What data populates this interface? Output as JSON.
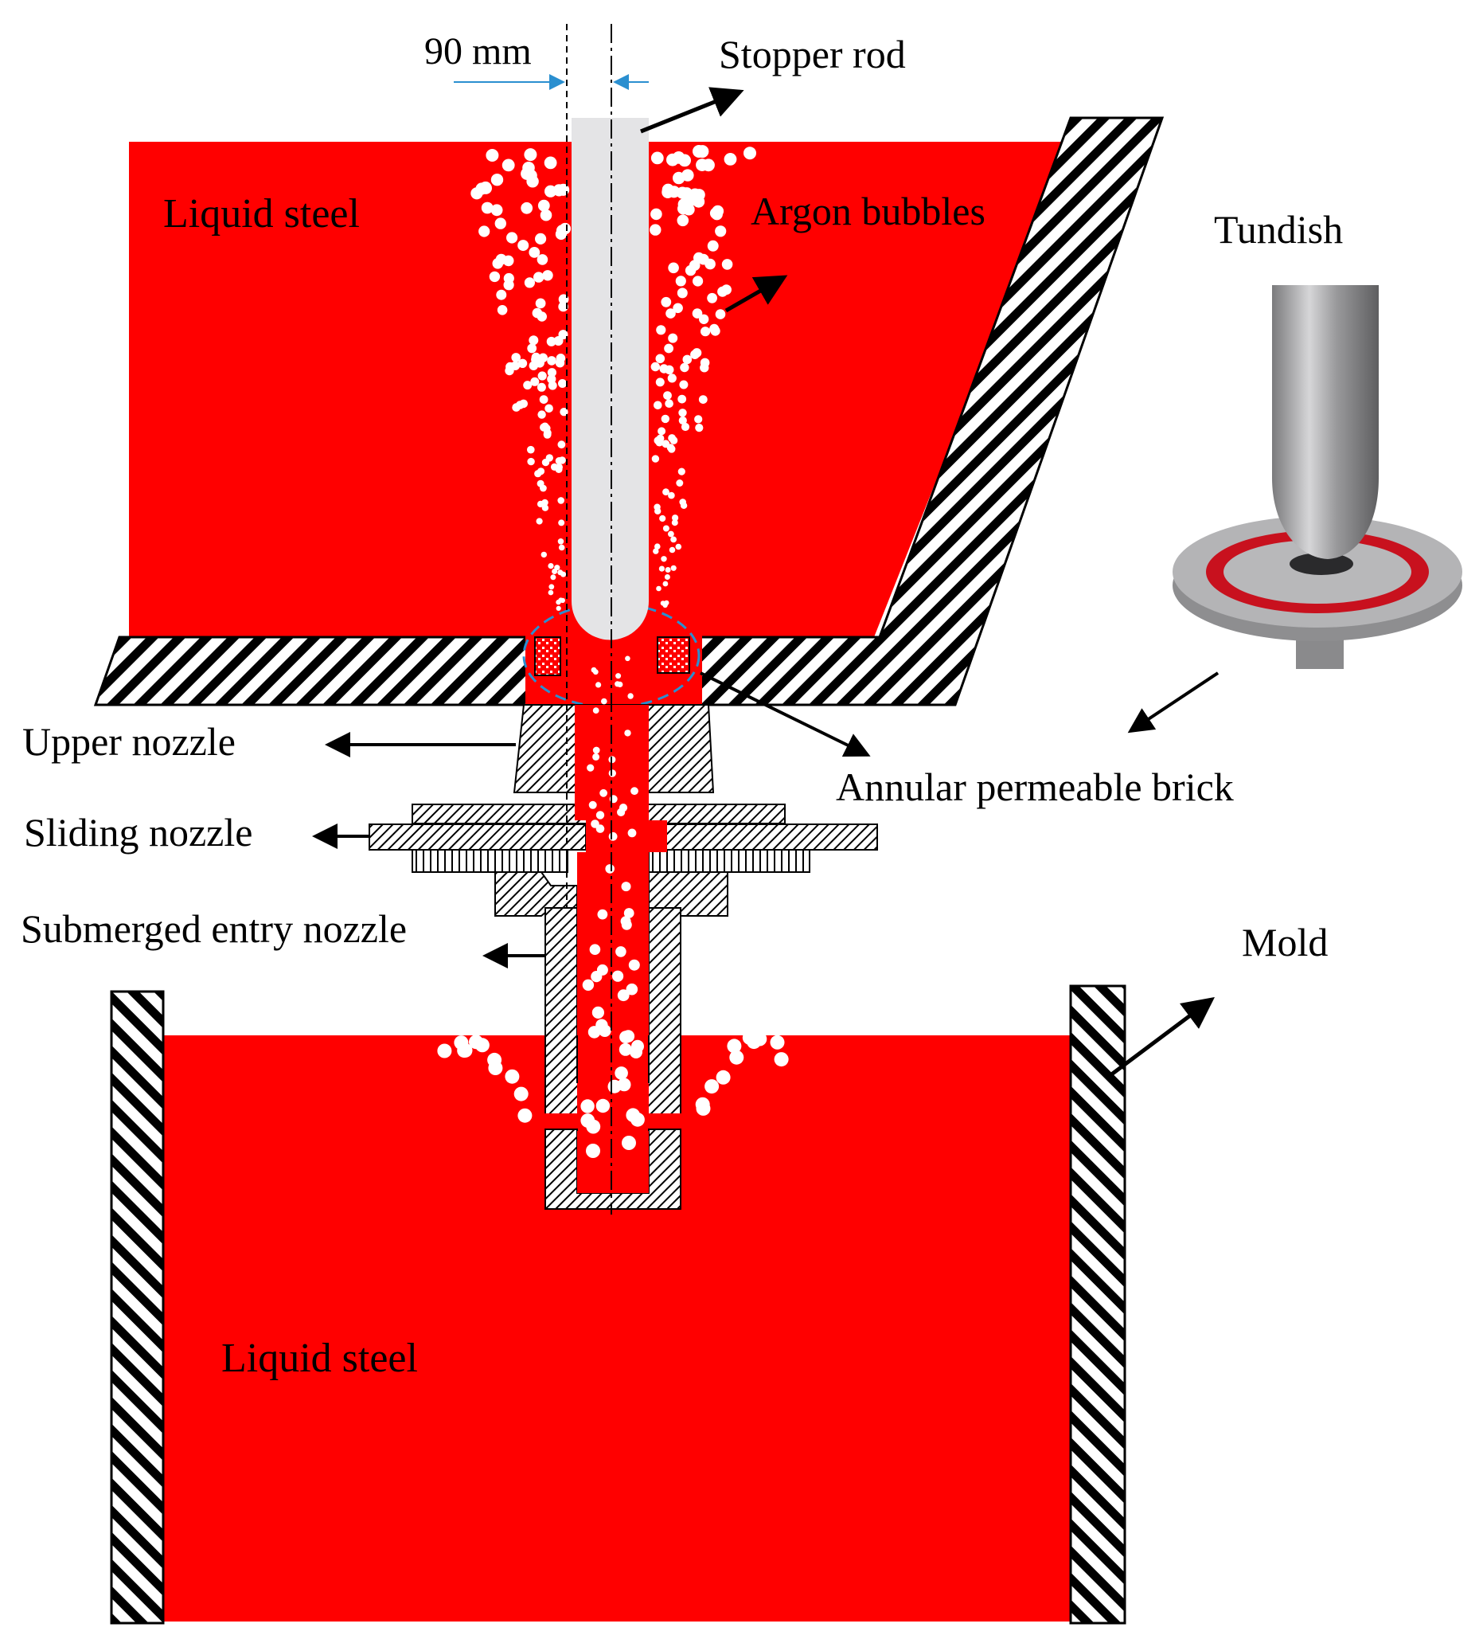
{
  "labels": {
    "dimension": "90 mm",
    "stopper_rod": "Stopper rod",
    "liquid_steel_top": "Liquid steel",
    "argon_bubbles": "Argon bubbles",
    "tundish": "Tundish",
    "upper_nozzle": "Upper nozzle",
    "annular_permeable_brick": "Annular permeable brick",
    "sliding_nozzle": "Sliding nozzle",
    "submerged_entry_nozzle": "Submerged entry nozzle",
    "mold": "Mold",
    "liquid_steel_bottom": "Liquid steel"
  },
  "colors": {
    "steel": "#ff0000",
    "rod": "#e4e4e6",
    "bubble": "#ffffff",
    "hatch": "#000000",
    "dimension": "#2a8fd0",
    "permeable_ring": "#c8111e",
    "tundish_plate": "#b4b4b6"
  }
}
